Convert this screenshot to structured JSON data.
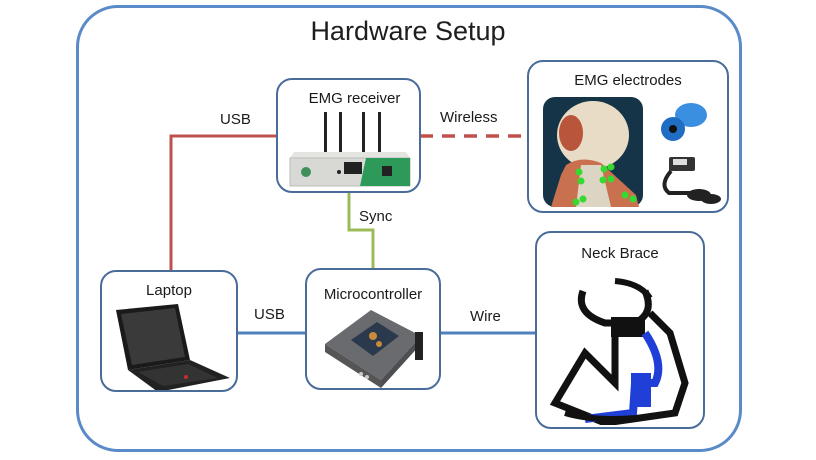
{
  "title": "Hardware Setup",
  "colors": {
    "frame": "#5b8ac9",
    "box_border": "#4a6c9a",
    "usb_red": "#c0504d",
    "blue_link": "#4f81bd",
    "sync_green": "#9bbb59",
    "device_blue": "#1f3fd6"
  },
  "nodes": {
    "emg_receiver": {
      "label": "EMG receiver",
      "icon": "wireless-router-icon"
    },
    "emg_electrodes": {
      "label": "EMG electrodes",
      "icon": "neck-electrodes-icon"
    },
    "laptop": {
      "label": "Laptop",
      "icon": "laptop-icon"
    },
    "microcontroller": {
      "label": "Microcontroller",
      "icon": "microcontroller-icon"
    },
    "neck_brace": {
      "label": "Neck Brace",
      "icon": "neck-brace-icon"
    }
  },
  "edges": {
    "laptop_receiver": {
      "label": "USB",
      "style": "solid"
    },
    "receiver_electrodes": {
      "label": "Wireless",
      "style": "dashed"
    },
    "receiver_microcontroller": {
      "label": "Sync",
      "style": "solid"
    },
    "laptop_microcontroller": {
      "label": "USB",
      "style": "solid"
    },
    "microcontroller_brace": {
      "label": "Wire",
      "style": "solid"
    }
  }
}
